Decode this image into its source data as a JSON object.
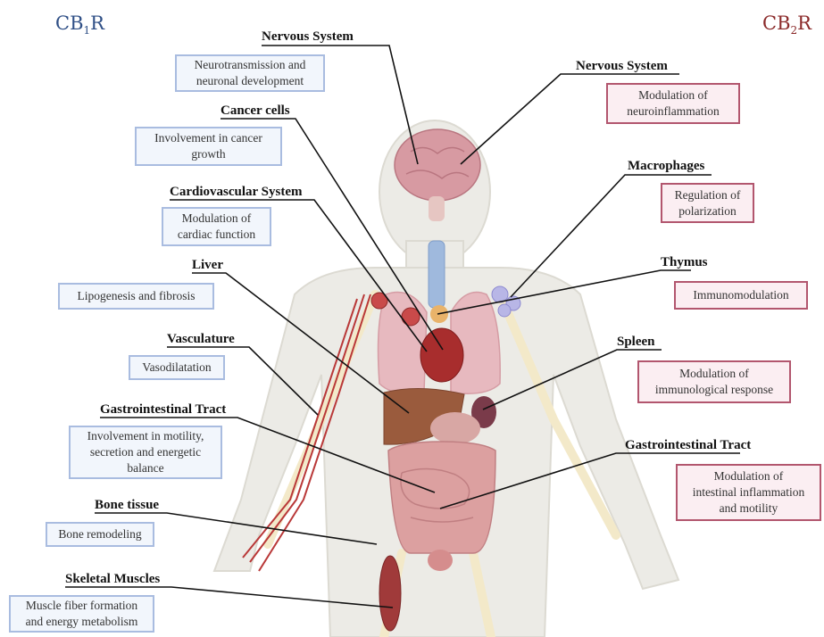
{
  "headers": {
    "cb1": {
      "main": "CB",
      "sub": "1",
      "tail": "R",
      "color": "#2f4f86"
    },
    "cb2": {
      "main": "CB",
      "sub": "2",
      "tail": "R",
      "color": "#8b2a2a"
    }
  },
  "cb1_items": [
    {
      "title": "Nervous System",
      "desc": "Neurotransmission and\nneuronal development"
    },
    {
      "title": "Cancer cells",
      "desc": "Involvement in cancer\ngrowth"
    },
    {
      "title": "Cardiovascular System",
      "desc": "Modulation of\ncardiac function"
    },
    {
      "title": "Liver",
      "desc": "Lipogenesis and fibrosis"
    },
    {
      "title": "Vasculature",
      "desc": "Vasodilatation"
    },
    {
      "title": "Gastrointestinal Tract",
      "desc": "Involvement in motility,\nsecretion and energetic\nbalance"
    },
    {
      "title": "Bone tissue",
      "desc": "Bone remodeling"
    },
    {
      "title": "Skeletal Muscles",
      "desc": "Muscle fiber formation\nand energy metabolism"
    }
  ],
  "cb2_items": [
    {
      "title": "Nervous System",
      "desc": "Modulation of\nneuroinflammation"
    },
    {
      "title": "Macrophages",
      "desc": "Regulation of\npolarization"
    },
    {
      "title": "Thymus",
      "desc": "Immunomodulation"
    },
    {
      "title": "Spleen",
      "desc": "Modulation of\nimmunological response"
    },
    {
      "title": "Gastrointestinal Tract",
      "desc": "Modulation of\nintestinal inflammation\nand motility"
    }
  ]
}
